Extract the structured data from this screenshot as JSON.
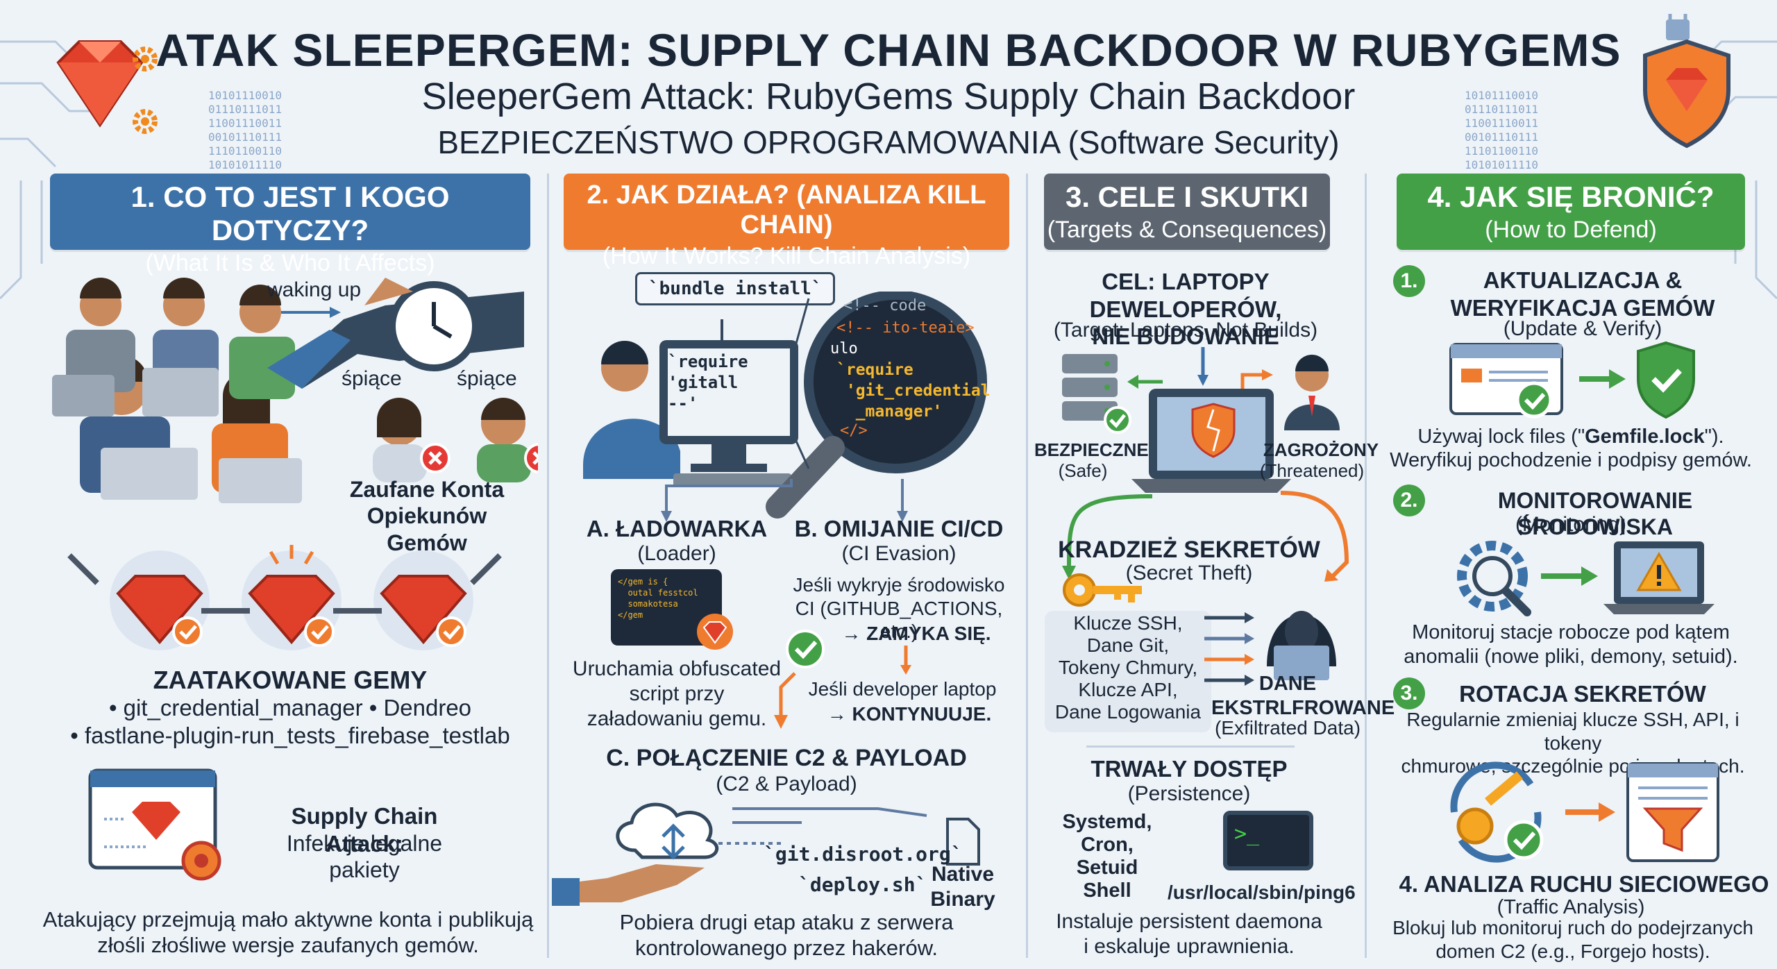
{
  "header": {
    "title_pl": "ATAK SLEEPERGEM: SUPPLY CHAIN BACKDOOR W RUBYGEMS",
    "title_en": "SleeperGem Attack: RubyGems Supply Chain Backdoor",
    "category": "BEZPIECZEŃSTWO OPROGRAMOWANIA (Software Security)",
    "binary_left": "10101110010\n01110111011\n11001110011\n00101110111\n11101100110\n10101011110",
    "binary_right": "10101110010\n01110111011\n11001110011\n00101110111\n11101100110\n10101011110"
  },
  "col1": {
    "banner_title": "1. CO TO JEST I KOGO DOTYCZY?",
    "banner_sub": "(What It Is & Who It Affects)",
    "waking": "waking up",
    "sleeping1": "śpiące",
    "sleeping2": "śpiące",
    "trusted": "Zaufane Konta\nOpiekunów Gemów",
    "gems_title": "ZAATAKOWANE GEMY",
    "gems_line1": "• git_credential_manager • Dendreo",
    "gems_line2": "• fastlane-plugin-run_tests_firebase_testlab",
    "sca_title": "Supply Chain Attack:",
    "sca_sub": "Infekuje legalne pakiety",
    "bottom": "Atakujący przejmują mało aktywne konta i publikują\nzłośli złośliwe wersje zaufanych gemów."
  },
  "col2": {
    "banner_title": "2. JAK DZIAŁA? (ANALIZA KILL CHAIN)",
    "banner_sub": "(How It Works? Kill Chain Analysis)",
    "bundle": "`bundle install`",
    "screen_code": "`require\n'gitall\n--'",
    "lens_code1": "<!-- code",
    "lens_code2": "<!-- ito-teaie>",
    "lens_code3": "ulo",
    "lens_code4": "`require\n 'git_credential\n  _manager'",
    "lens_code5": "</>",
    "loader_title": "A. ŁADOWARKA",
    "loader_sub": "(Loader)",
    "loader_code": "</gem is {\n  outal fesstcol\n  somakotesa\n</gem",
    "loader_desc": "Uruchamia obfuscated\nscript przy\nzaładowaniu gemu.",
    "ci_title": "B. OMIJANIE CI/CD",
    "ci_sub": "(CI Evasion)",
    "ci_desc1": "Jeśli wykryje środowisko\nCI (GITHUB_ACTIONS, etc.)",
    "ci_desc1b": "→ ZAMYKA SIĘ.",
    "ci_desc2": "Jeśli developer laptop",
    "ci_desc2b": "→ KONTYNUUJE.",
    "c2_title": "C. POŁĄCZENIE C2 & PAYLOAD",
    "c2_sub": "(C2 & Payload)",
    "c2_host": "`git.disroot.org`",
    "c2_file": "`deploy.sh`",
    "native": "Native\nBinary",
    "bottom": "Pobiera drugi etap ataku z serwera\nkontrolowanego przez hakerów."
  },
  "col3": {
    "banner_title": "3. CELE I SKUTKI",
    "banner_sub": "(Targets & Consequences)",
    "target_title": "CEL: LAPTOPY DEWELOPERÓW,\nNIE BUDOWANIE",
    "target_sub": "(Target: Laptops, Not Builds)",
    "safe": "BEZPIECZNE",
    "safe_sub": "(Safe)",
    "threat": "ZAGROŻONY",
    "threat_sub": "(Threatened)",
    "theft_title": "KRADZIEŻ SEKRETÓW",
    "theft_sub": "(Secret Theft)",
    "secrets": "Klucze SSH,\nDane Git,\nTokeny Chmury,\nKlucze API,\nDane Logowania",
    "exfil": "DANE\nEKSTRLFROWANE",
    "exfil_sub": "(Exfiltrated Data)",
    "persist_title": "TRWAŁY DOSTĘP",
    "persist_sub": "(Persistence)",
    "persist_list": "Systemd,\nCron,\nSetuid\nShell",
    "path": "/usr/local/sbin/ping6",
    "terminal": ">_",
    "bottom": "Instaluje persistent daemona\ni eskaluje uprawnienia."
  },
  "col4": {
    "banner_title": "4. JAK SIĘ BRONIĆ?",
    "banner_sub": "(How to Defend)",
    "n1": "1.",
    "s1_title": "AKTUALIZACJA &\nWERYFIKACJA GEMÓW",
    "s1_sub": "(Update & Verify)",
    "s1_desc_a": "Używaj lock files (\"",
    "s1_desc_b": "Gemfile.lock",
    "s1_desc_c": "\").",
    "s1_desc2": "Weryfikuj pochodzenie i podpisy gemów.",
    "n2": "2.",
    "s2_title": "MONITOROWANIE ŚRODOWISKA",
    "s2_sub": "(Monitoring)",
    "s2_desc": "Monitoruj stacje robocze pod kątem\nanomalii (nowe pliki, demony, setuid).",
    "n3": "3.",
    "s3_title": "ROTACJA SEKRETÓW",
    "s3_desc": "Regularnie zmieniaj klucze SSH, API, i tokeny\nchmurowe, szczególnie po incydentach.",
    "s4_title": "4. ANALIZA RUCHU SIECIOWEGO",
    "s4_sub": "(Traffic Analysis)",
    "s4_desc": "Blokuj lub monitoruj ruch do podejrzanych\ndomen C2 (e.g., Forgejo hosts)."
  }
}
